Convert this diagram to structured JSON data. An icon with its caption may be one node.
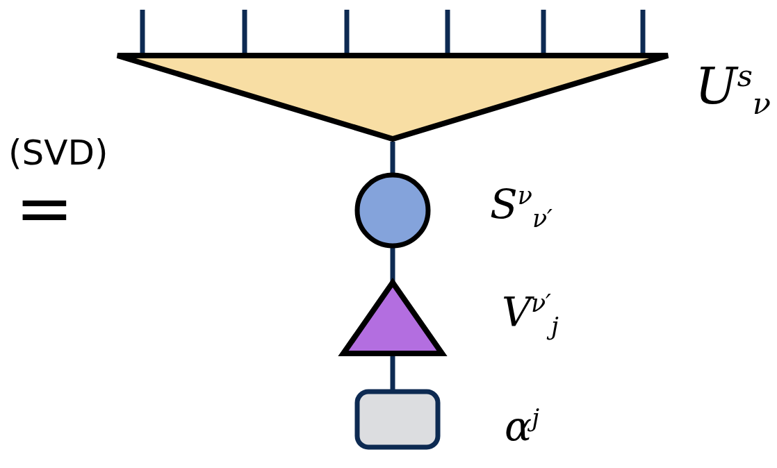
{
  "diagram": {
    "nodes": [
      {
        "text": [],
        "shape": "triangle",
        "beside": [
          "U$^{s}$$_{ν}$"
        ]
      },
      {
        "text": [],
        "shape": "circle",
        "beside": [
          "S$^{ν}$$_{ν′}$"
        ]
      },
      {
        "text": [],
        "shape": "triangle",
        "beside": [
          "V$^{ν′}$$_{j}$"
        ]
      },
      {
        "text": [],
        "shape": "box",
        "beside": [
          "α$^{j}$"
        ]
      }
    ],
    "edges": [
      {
        "from": null,
        "to": 0,
        "arrow": "none"
      },
      {
        "from": null,
        "to": 0,
        "arrow": "none"
      },
      {
        "from": null,
        "to": 0,
        "arrow": "none"
      },
      {
        "from": null,
        "to": 0,
        "arrow": "none"
      },
      {
        "from": null,
        "to": 0,
        "arrow": "none"
      },
      {
        "from": null,
        "to": 0,
        "arrow": "none"
      },
      {
        "from": 0,
        "to": 1,
        "arrow": "none"
      },
      {
        "from": 1,
        "to": 2,
        "arrow": "none"
      },
      {
        "from": 2,
        "to": 3,
        "arrow": "none"
      }
    ],
    "labels": [
      "(SVD)",
      "="
    ]
  }
}
